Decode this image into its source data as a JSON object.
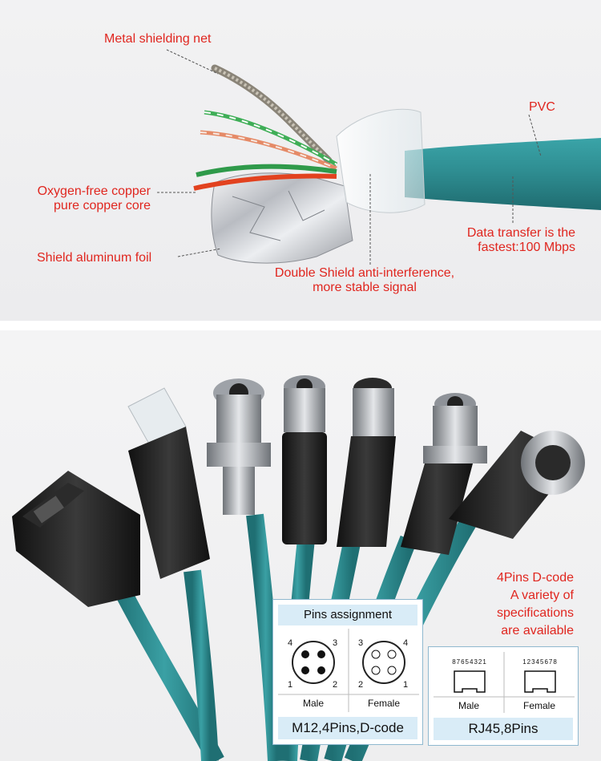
{
  "top_panel": {
    "labels": {
      "metal_shielding": "Metal shielding net",
      "pvc": "PVC",
      "copper_line1": "Oxygen-free copper",
      "copper_line2": "pure copper core",
      "data_line1": "Data transfer is the",
      "data_line2": "fastest:100 Mbps",
      "aluminum_foil": "Shield aluminum foil",
      "double_shield_line1": "Double Shield anti-interference,",
      "double_shield_line2": "more stable signal"
    }
  },
  "bottom_panel": {
    "note_lines": [
      "4Pins D-code",
      "A variety of",
      "specifications",
      "are available"
    ],
    "m12_card": {
      "title": "Pins assignment",
      "male": "Male",
      "female": "Female",
      "footer": "M12,4Pins,D-code",
      "male_pins": [
        "4",
        "3",
        "1",
        "2"
      ],
      "female_pins": [
        "3",
        "4",
        "2",
        "1"
      ]
    },
    "rj45_card": {
      "male": "Male",
      "female": "Female",
      "footer": "RJ45,8Pins",
      "male_pin_numbers": "87654321",
      "female_pin_numbers": "12345678"
    }
  },
  "colors": {
    "label_red": "#e0261f",
    "cable_teal": "#2e8f93",
    "spec_header": "#d9ecf7"
  }
}
